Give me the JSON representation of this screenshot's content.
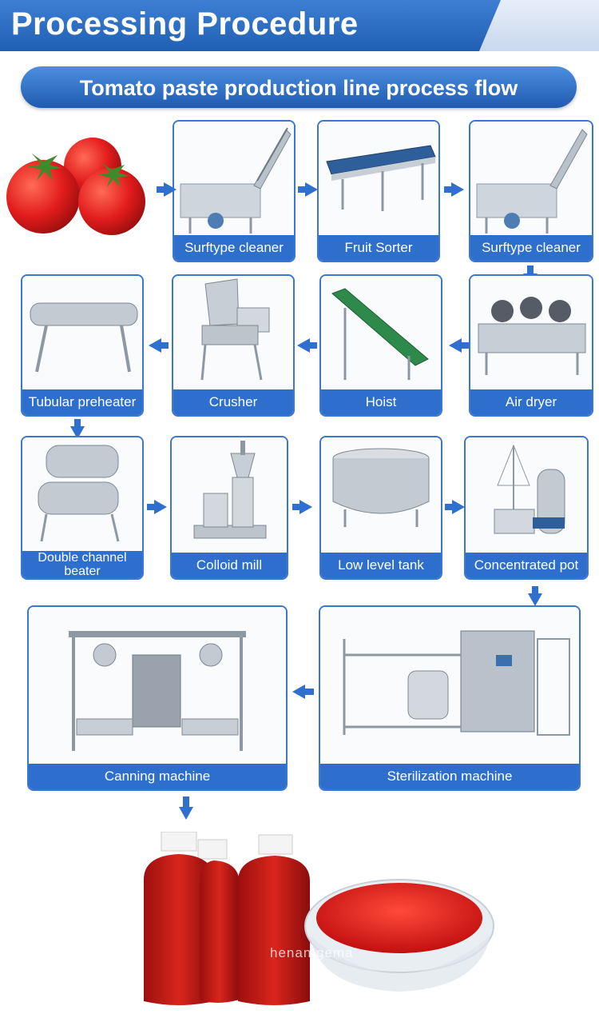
{
  "header": {
    "title": "Processing Procedure"
  },
  "subtitle": "Tomato paste production line process flow",
  "steps": {
    "surftype_cleaner_1": "Surftype cleaner",
    "fruit_sorter": "Fruit Sorter",
    "surftype_cleaner_2": "Surftype cleaner",
    "tubular_preheater": "Tubular preheater",
    "crusher": "Crusher",
    "hoist": "Hoist",
    "air_dryer": "Air dryer",
    "double_channel_beater_line1": "Double channel",
    "double_channel_beater_line2": "beater",
    "colloid_mill": "Colloid mill",
    "low_level_tank": "Low level tank",
    "concentrated_pot": "Concentrated pot",
    "canning_machine": "Canning machine",
    "sterilization_machine": "Sterilization machine"
  },
  "watermark": "henan gema",
  "colors": {
    "primary": "#2e6fcd",
    "header": "#1f5fb4",
    "tomato": "#d81f1f"
  }
}
